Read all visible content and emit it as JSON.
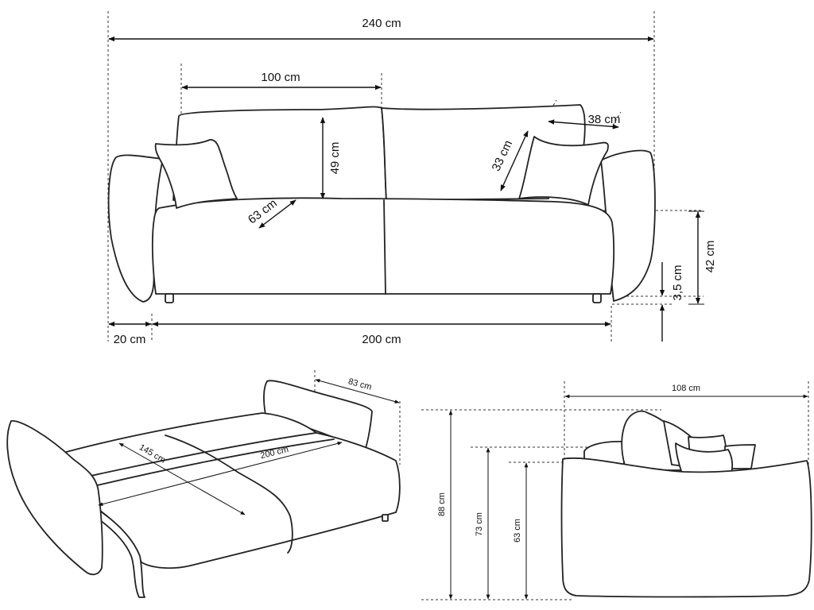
{
  "front_view": {
    "total_width": "240 cm",
    "back_cushion_width": "100 cm",
    "back_cushion_height": "49 cm",
    "pillow_width": "38 cm",
    "pillow_height": "33 cm",
    "seat_depth": "63 cm",
    "seat_height": "42 cm",
    "leg_height": "3,5 cm",
    "armrest_width": "20 cm",
    "seat_width": "200 cm"
  },
  "bed_view": {
    "bed_depth": "83 cm",
    "sleeping_width": "145 cm",
    "sleeping_length": "200 cm"
  },
  "side_view": {
    "depth": "108 cm",
    "total_height": "88 cm",
    "backrest_height": "73 cm",
    "armrest_height": "63 cm"
  }
}
